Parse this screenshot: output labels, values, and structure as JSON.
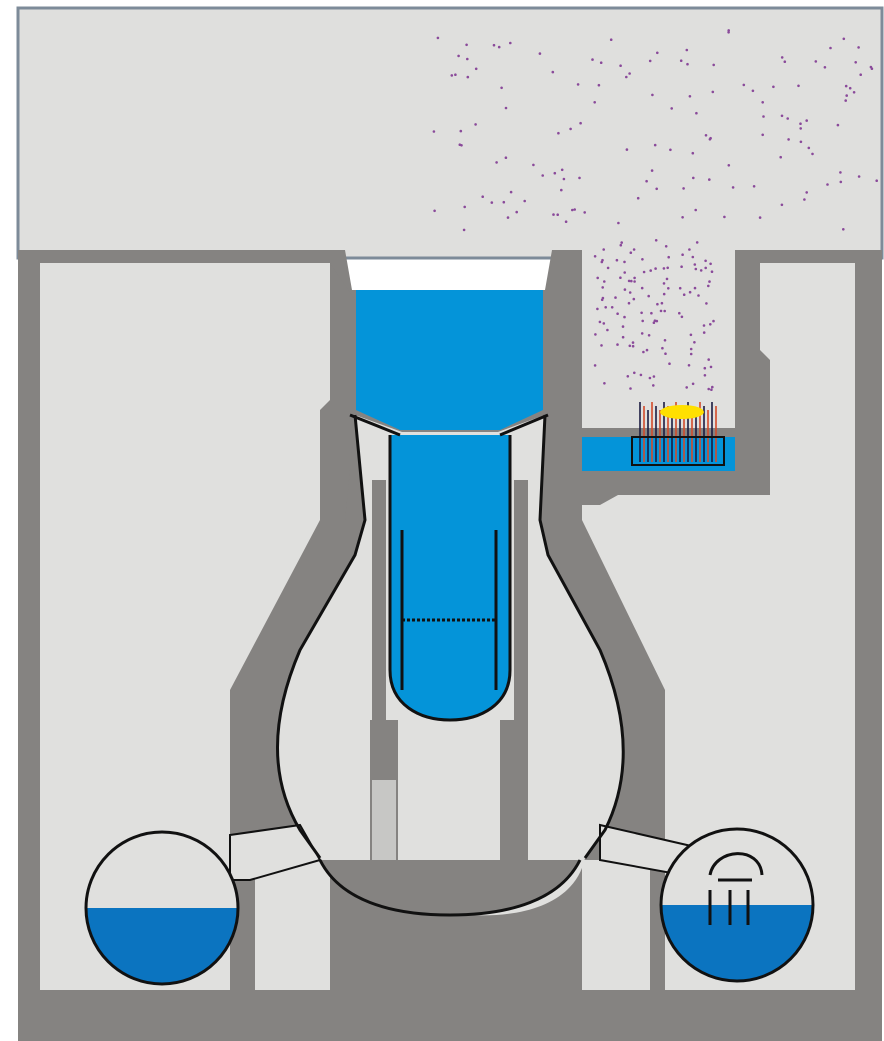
{
  "diagram": {
    "components": [
      "reactor-building-upper-space",
      "concrete-biological-shield",
      "reactor-cavity-water-pool",
      "reactor-pressure-vessel",
      "reactor-core-grid",
      "drywell",
      "spent-fuel-pool",
      "exposed-spent-fuel-rods",
      "radioactive-particle-release",
      "suppression-pool-left",
      "suppression-pool-right",
      "downcomer-vent-pipes",
      "pedestal-base"
    ],
    "colors": {
      "background": "#ffffff",
      "building_air": "#dfdfdd",
      "building_outline": "#7d8b99",
      "concrete": "#858381",
      "inner_space": "#e0e0de",
      "water": "#0494d9",
      "suppression_water": "#0b74c0",
      "outline": "#111111",
      "particles": "#8a4a9a",
      "fuel_rods": "#d24a2a",
      "fire_glow": "#ffe000",
      "light_shaft": "#c7c7c5"
    }
  }
}
